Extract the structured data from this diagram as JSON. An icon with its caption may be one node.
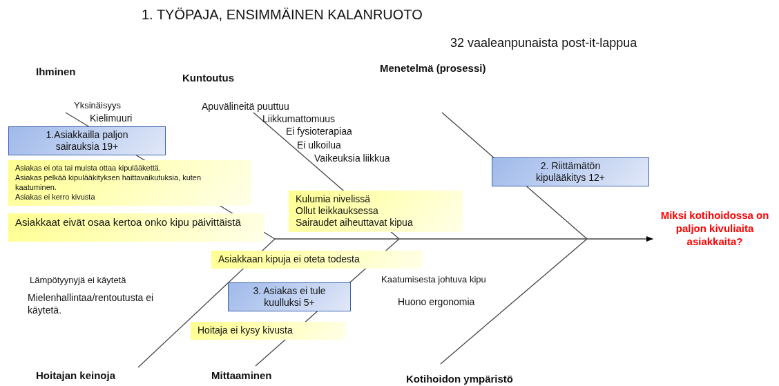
{
  "diagram": {
    "title": "1. TYÖPAJA, ENSIMMÄINEN KALANRUOTO",
    "nodes": [
      {
        "text": [
          "1.Asiakkailla paljon sairauksia 19+"
        ]
      },
      {
        "text": [
          "Asiakas ei ota tai muista ottaa kipulääkettä.",
          "Asiakas pelkää kipulääkityksen haittavaikutuksia, kuten kaatuminen.",
          "Asiakas ei kerro kivusta"
        ]
      },
      {
        "text": [
          "Asiakkaat eivät osaa kertoa onko kipu päivittäistä"
        ]
      },
      {
        "text": [
          "Kulumia nivelissä",
          "Ollut leikkauksessa",
          "Sairaudet aiheuttavat kipua"
        ]
      },
      {
        "text": [
          "2. Riittämätön kipulääkitys 12+"
        ]
      },
      {
        "text": [
          "Asiakkaan kipuja ei oteta todesta"
        ]
      },
      {
        "text": [
          "3. Asiakas ei tule kuulluksi 5+"
        ]
      },
      {
        "text": [
          "Hoitaja ei kysy kivusta"
        ]
      },
      {
        "text": [
          "Miksi kotihoidossa on paljon kivuliaita asiakkaita?"
        ]
      }
    ],
    "edges": [
      {
        "from": null,
        "to": 8,
        "arrow": "to"
      }
    ],
    "labels": [
      "32 vaaleanpunaista post-it-lappua",
      "Ihminen",
      "Kuntoutus",
      "Menetelmä (prosessi)",
      "Yksinäisyys",
      "Kielimuuri",
      "Apuvälineitä puuttuu",
      "Liikkumattomuus",
      "Ei fysioterapiaa",
      "Ei ulkoilua",
      "Vaikeuksia liikkua",
      "Lämpötyynyjä ei käytetä",
      "Mielenhallintaa/rentoutusta ei käytetä.",
      "Kaatumisesta johtuva kipu",
      "Huono ergonomia",
      "Hoitajan keinoja",
      "Mittaaminen",
      "Kotihoidon ympäristö"
    ]
  }
}
